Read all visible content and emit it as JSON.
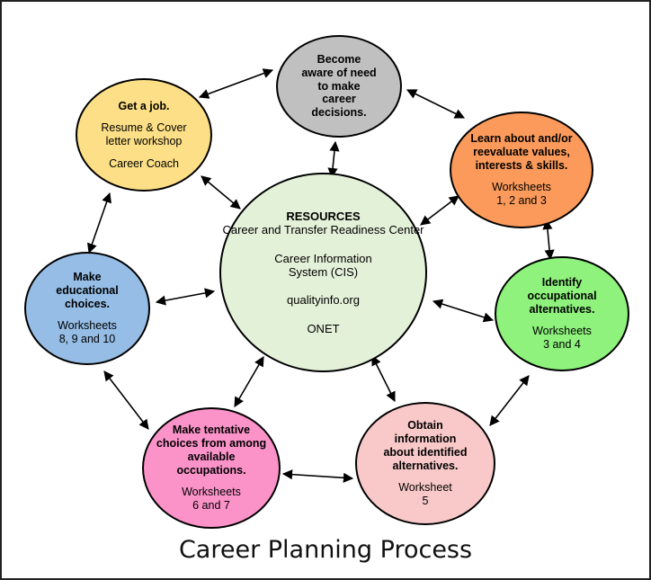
{
  "title": "Career Planning Process",
  "nodes": {
    "become": {
      "lines": [
        "Become",
        "aware of need",
        "to make",
        "career",
        "decisions."
      ]
    },
    "learn": {
      "title_lines": [
        "Learn about and/or",
        "reevaluate values,",
        "interests & skills."
      ],
      "detail_lines": [
        "Worksheets",
        "1, 2 and 3"
      ]
    },
    "identify": {
      "title_lines": [
        "Identify",
        "occupational",
        "alternatives."
      ],
      "detail_lines": [
        "Worksheets",
        "3 and 4"
      ]
    },
    "obtain": {
      "title_lines": [
        "Obtain",
        "information",
        "about identified",
        "alternatives."
      ],
      "detail_lines": [
        "Worksheet",
        "5"
      ]
    },
    "tentative": {
      "title_lines": [
        "Make tentative",
        "choices from among",
        "available",
        "occupations."
      ],
      "detail_lines": [
        "Worksheets",
        "6 and 7"
      ]
    },
    "educational": {
      "title_lines": [
        "Make",
        "educational",
        "choices."
      ],
      "detail_lines": [
        "Worksheets",
        "8, 9 and 10"
      ]
    },
    "job": {
      "title": "Get a job.",
      "workshop_lines": [
        "Resume & Cover",
        "letter workshop"
      ],
      "coach": "Career Coach"
    },
    "resources": {
      "title": "RESOURCES",
      "center_lines": [
        "Career and Transfer",
        "Readiness Center"
      ],
      "cis_lines": [
        "Career Information",
        "System (CIS)"
      ],
      "site": "qualityinfo.org",
      "onet": "ONET"
    }
  },
  "colors": {
    "become": "#c0c0c0",
    "learn": "#fb9a5a",
    "identify": "#8ef27c",
    "obtain": "#f9c9c9",
    "tentative": "#fb93c9",
    "educational": "#95bde6",
    "job": "#fcdf86",
    "resources": "#e4f1d9",
    "arrow": "#000000"
  }
}
